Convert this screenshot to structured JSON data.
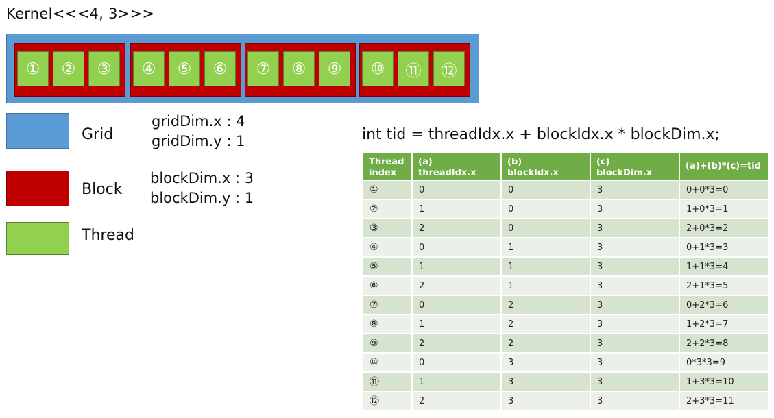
{
  "kernel_title": "Kernel<<<4, 3>>>",
  "diagram": {
    "blocks": [
      {
        "threads": [
          "①",
          "②",
          "③"
        ]
      },
      {
        "threads": [
          "④",
          "⑤",
          "⑥"
        ]
      },
      {
        "threads": [
          "⑦",
          "⑧",
          "⑨"
        ]
      },
      {
        "threads": [
          "⑩",
          "⑪",
          "⑫"
        ]
      }
    ]
  },
  "legend": {
    "grid": {
      "label": "Grid",
      "color": "#5b9bd5"
    },
    "block": {
      "label": "Block",
      "color": "#c00000"
    },
    "thread": {
      "label": "Thread",
      "color": "#92d050"
    }
  },
  "dims": {
    "grid_x": "gridDim.x : 4",
    "grid_y": "gridDim.y : 1",
    "block_x": "blockDim.x : 3",
    "block_y": "blockDim.y : 1"
  },
  "formula": "int tid = threadIdx.x + blockIdx.x * blockDim.x;",
  "table": {
    "headers": [
      [
        "Thread",
        "index"
      ],
      [
        "(a)",
        "threadIdx.x"
      ],
      [
        "(b)",
        "blockIdx.x"
      ],
      [
        "(c)",
        "blockDim.x"
      ],
      [
        "(a)+(b)*(c)=tid"
      ]
    ],
    "rows": [
      [
        "①",
        "0",
        "0",
        "3",
        "0+0*3=0"
      ],
      [
        "②",
        "1",
        "0",
        "3",
        "1+0*3=1"
      ],
      [
        "③",
        "2",
        "0",
        "3",
        "2+0*3=2"
      ],
      [
        "④",
        "0",
        "1",
        "3",
        "0+1*3=3"
      ],
      [
        "⑤",
        "1",
        "1",
        "3",
        "1+1*3=4"
      ],
      [
        "⑥",
        "2",
        "1",
        "3",
        "2+1*3=5"
      ],
      [
        "⑦",
        "0",
        "2",
        "3",
        "0+2*3=6"
      ],
      [
        "⑧",
        "1",
        "2",
        "3",
        "1+2*3=7"
      ],
      [
        "⑨",
        "2",
        "2",
        "3",
        "2+2*3=8"
      ],
      [
        "⑩",
        "0",
        "3",
        "3",
        "0*3*3=9"
      ],
      [
        "⑪",
        "1",
        "3",
        "3",
        "1+3*3=10"
      ],
      [
        "⑫",
        "2",
        "3",
        "3",
        "2+3*3=11"
      ]
    ]
  }
}
